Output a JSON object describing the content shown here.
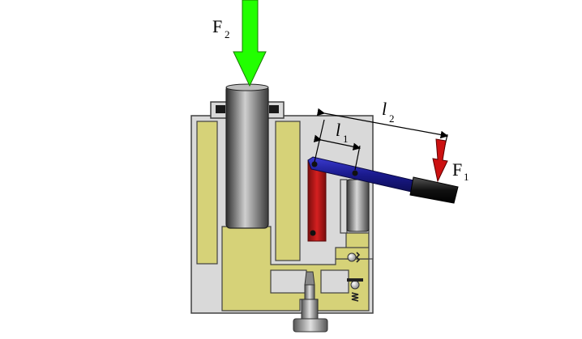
{
  "labels": {
    "force_top": {
      "main": "F",
      "sub": "2"
    },
    "force_side": {
      "main": "F",
      "sub": "1"
    },
    "length_short": {
      "main": "l",
      "sub": "1"
    },
    "length_long": {
      "main": "l",
      "sub": "2"
    }
  },
  "colors": {
    "body_fill": "#d9d9d9",
    "fluid_fill": "#d6d278",
    "outline": "#404040",
    "arrow_top": "#22ff00",
    "arrow_side": "#cc1111",
    "lever": "#1a1a8c",
    "red_link": "#b81717",
    "handle": "#111111",
    "piston_dark": "#3a3a3a",
    "piston_light": "#c8c8c8"
  }
}
